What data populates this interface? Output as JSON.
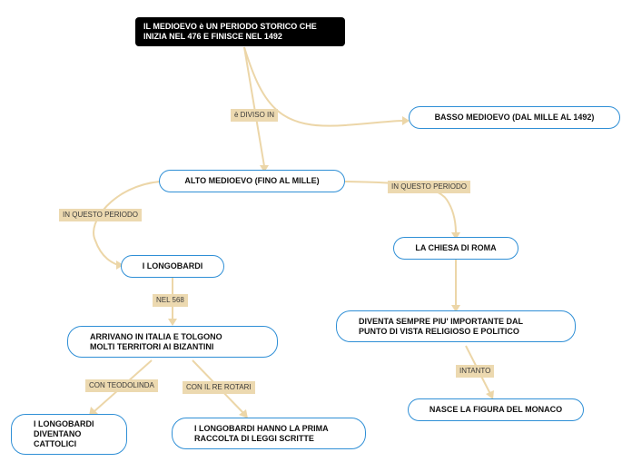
{
  "colors": {
    "node_border": "#2f8fd6",
    "root_background": "#000000",
    "edge": "#ecd6a8",
    "label_background": "#ecd9b0"
  },
  "nodes": {
    "root": "IL MEDIOEVO è UN PERIODO STORICO CHE\nINIZIA NEL 476 E FINISCE NEL 1492",
    "basso": "BASSO MEDIOEVO (DAL MILLE AL 1492)",
    "alto": "ALTO MEDIOEVO (FINO AL MILLE)",
    "chiesa": "LA CHIESA DI ROMA",
    "longobardi": "I LONGOBARDI",
    "arrivano": "ARRIVANO IN ITALIA E TOLGONO\nMOLTI TERRITORI AI BIZANTINI",
    "diventa": "DIVENTA SEMPRE PIU' IMPORTANTE DAL\nPUNTO DI VISTA RELIGIOSO E POLITICO",
    "monaco": "NASCE LA FIGURA DEL MONACO",
    "cattolici": "I LONGOBARDI\nDIVENTANO\nCATTOLICI",
    "leggi": "I LONGOBARDI HANNO LA PRIMA\nRACCOLTA DI LEGGI SCRITTE"
  },
  "labels": {
    "diviso": "è DIVISO IN",
    "periodo_left": "IN QUESTO PERIODO",
    "periodo_right": "IN QUESTO PERIODO",
    "nel568": "NEL 568",
    "intanto": "INTANTO",
    "teodolinda": "CON TEODOLINDA",
    "rotari": "CON IL RE ROTARI"
  }
}
